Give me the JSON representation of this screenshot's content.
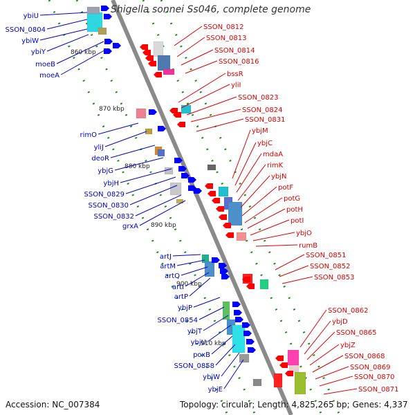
{
  "title": "Shigella sonnei Ss046, complete genome",
  "accession": "Accession: NC_007384",
  "topology": "Topology: circular; Length: 4,825,265 bp; Genes: 4,337",
  "colors": {
    "left_label": "#0000cc",
    "right_label": "#dd0000",
    "backbone": "#8a8a8a",
    "tick": "#228b22"
  },
  "kbp_ticks": [
    "860 kbp",
    "870 kbp",
    "880 kbp",
    "890 kbp",
    "900 kbp",
    "910 kbp"
  ],
  "left_genes": [
    "ybiU",
    "SSON_0804",
    "ybiW",
    "ybiY",
    "moeB",
    "moeA",
    "rimO",
    "yliJ",
    "deoR",
    "ybjG",
    "ybjH",
    "SSON_0829",
    "SSON_0830",
    "SSON_0832",
    "grxA",
    "artJ",
    "artM",
    "artQ",
    "artI",
    "artP",
    "ybjP",
    "SSON_0854",
    "ybjT",
    "ybjU",
    "poxB",
    "SSON_0858",
    "ybjW",
    "ybjE"
  ],
  "right_genes": [
    "SSON_0812",
    "SSON_0813",
    "SSON_0814",
    "SSON_0816",
    "bssR",
    "yliI",
    "SSON_0823",
    "SSON_0824",
    "SSON_0831",
    "ybjM",
    "ybjC",
    "mdaA",
    "rimK",
    "ybjN",
    "potF",
    "potG",
    "potH",
    "potI",
    "ybjO",
    "rumB",
    "SSON_0851",
    "SSON_0852",
    "SSON_0853",
    "SSON_0862",
    "ybjD",
    "SSON_0865",
    "ybjZ",
    "SSON_0868",
    "SSON_0869",
    "SSON_0870",
    "SSON_0871"
  ]
}
